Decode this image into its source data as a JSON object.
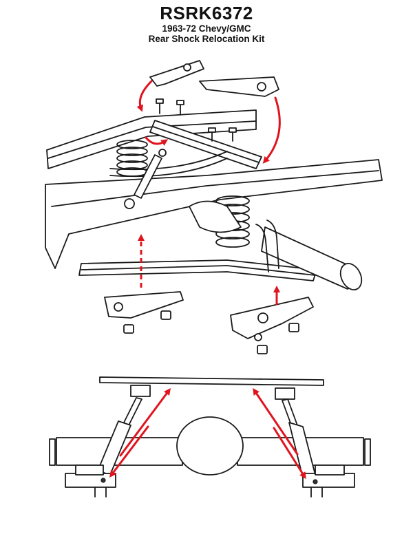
{
  "header": {
    "part_number": "RSRK6372",
    "vehicle": "1963-72 Chevy/GMC",
    "kit_name": "Rear Shock Relocation Kit"
  },
  "colors": {
    "arrow": "#e0141e",
    "line": "#1a1a1a",
    "background": "#ffffff"
  }
}
